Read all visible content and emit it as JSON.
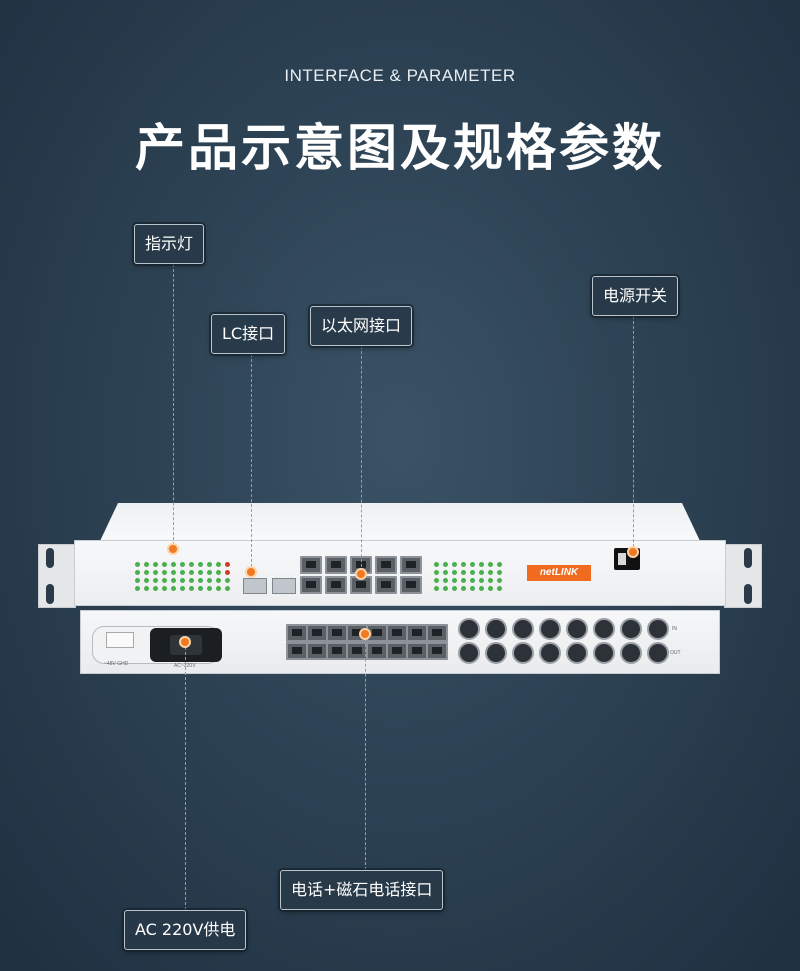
{
  "header": {
    "subtitle": "INTERFACE & PARAMETER",
    "title": "产品示意图及规格参数"
  },
  "callouts": {
    "indicator": "指示灯",
    "lc_port": "LC接口",
    "ethernet_port": "以太网接口",
    "power_switch": "电源开关",
    "phone_port": "电话+磁石电话接口",
    "ac_power": "AC 220V供电"
  },
  "colors": {
    "background": "#2a3f50",
    "accent": "#f07a22"
  },
  "device": {
    "logo": "netLINK",
    "power_label": "AC~220V",
    "dc_label": "~48V  GHD",
    "in_label": "IN",
    "out_label": "OUT"
  }
}
